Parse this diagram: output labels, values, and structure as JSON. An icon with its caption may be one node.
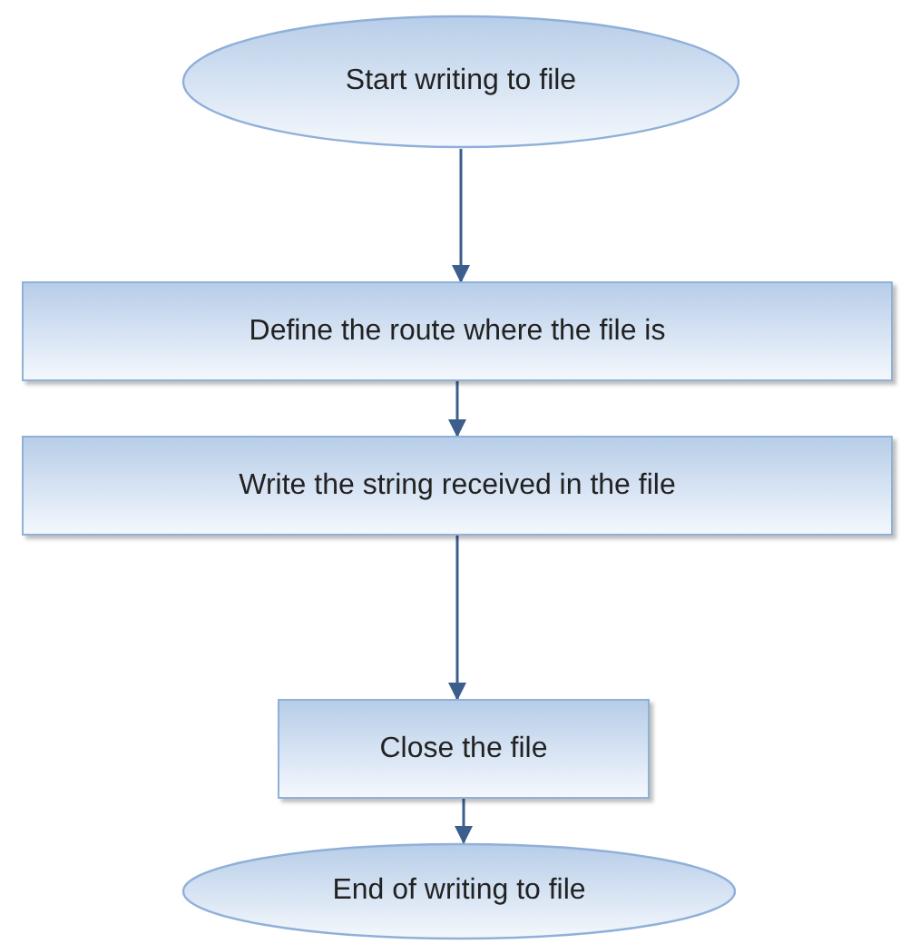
{
  "diagram": {
    "nodes": [
      {
        "text": [
          "Start writing to file"
        ]
      },
      {
        "text": [
          "Define the route where the file is"
        ]
      },
      {
        "text": [
          "Write the string received in the file"
        ]
      },
      {
        "text": [
          "Close the file"
        ]
      },
      {
        "text": [
          "End of writing to file"
        ]
      }
    ],
    "edges": [
      {
        "from": 0,
        "to": 1,
        "arrow": "to"
      },
      {
        "from": 1,
        "to": 2,
        "arrow": "to"
      },
      {
        "from": 2,
        "to": 3,
        "arrow": "to"
      },
      {
        "from": 3,
        "to": 4,
        "arrow": "to"
      }
    ]
  }
}
